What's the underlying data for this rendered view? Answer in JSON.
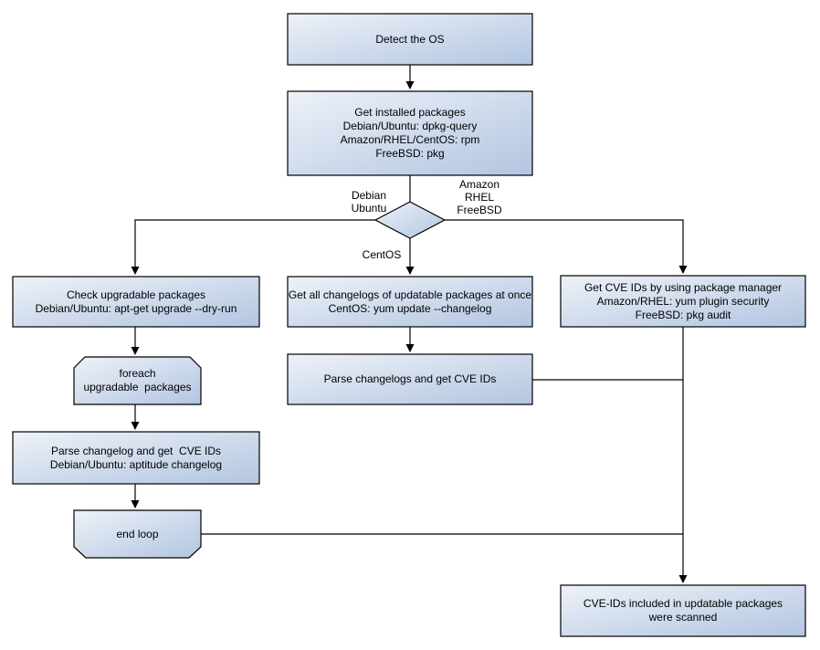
{
  "colors": {
    "node_fill_start": "#eef2f8",
    "node_fill_end": "#b2c5e1",
    "node_border": "#000000",
    "connector": "#000000",
    "background": "#ffffff",
    "text": "#000000"
  },
  "nodes": {
    "detect_os": {
      "label": "Detect the OS"
    },
    "get_installed_packages": {
      "label": "Get installed packages\nDebian/Ubuntu: dpkg-query\nAmazon/RHEL/CentOS: rpm\nFreeBSD: pkg"
    },
    "check_upgradable": {
      "label": "Check upgradable packages\nDebian/Ubuntu: apt-get upgrade --dry-run"
    },
    "foreach_loop": {
      "label": "foreach\nupgradable  packages"
    },
    "parse_changelog_debian": {
      "label": "Parse changelog and get  CVE IDs\nDebian/Ubuntu: aptitude changelog"
    },
    "end_loop": {
      "label": "end loop"
    },
    "get_all_changelogs": {
      "label": "Get all changelogs of updatable packages at once\nCentOS: yum update --changelog"
    },
    "parse_changelogs_centos": {
      "label": "Parse changelogs and get CVE IDs"
    },
    "get_cve_package_manager": {
      "label": "Get CVE IDs by using package manager\nAmazon/RHEL: yum plugin security\nFreeBSD: pkg audit"
    },
    "scan_result": {
      "label": "CVE-IDs included in updatable packages\nwere scanned"
    }
  },
  "edge_labels": {
    "debian_ubuntu": "Debian\nUbuntu",
    "amazon_rhel_freebsd": "Amazon\nRHEL\nFreeBSD",
    "centos": "CentOS"
  }
}
